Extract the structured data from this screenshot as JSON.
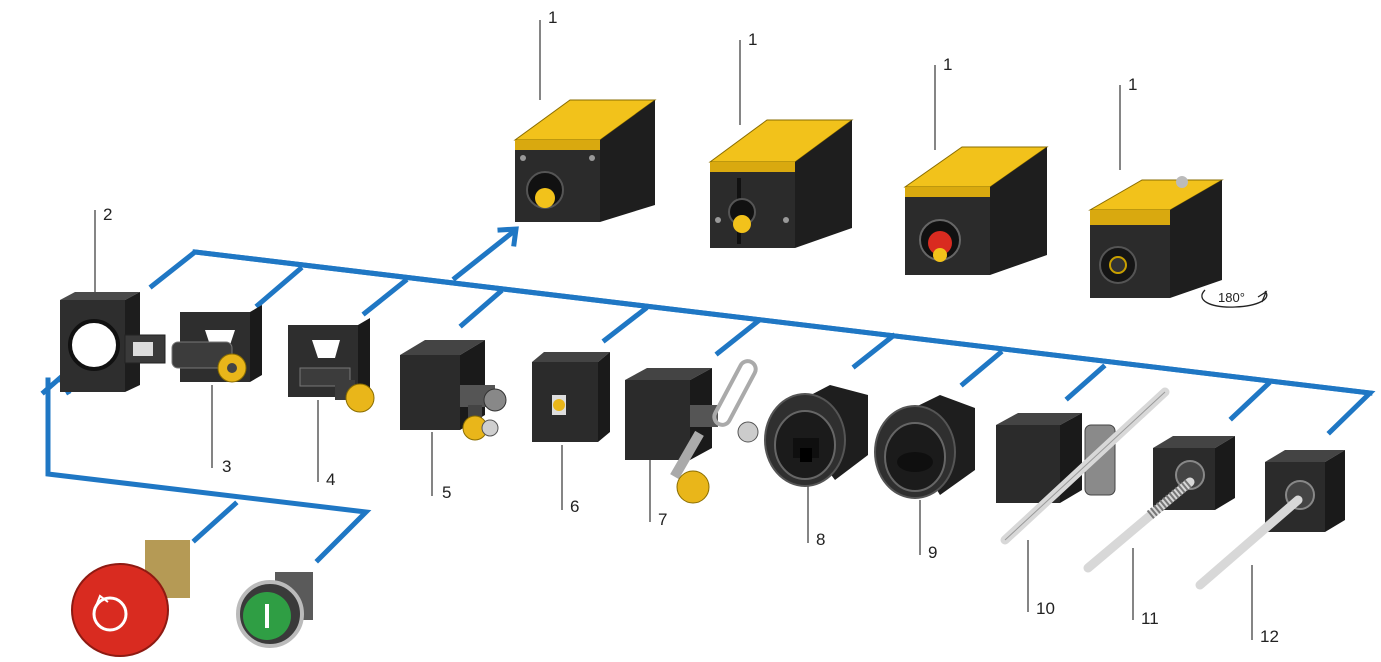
{
  "labels": {
    "switch_1a": "1",
    "switch_1b": "1",
    "switch_1c": "1",
    "switch_1d": "1",
    "part_2": "2",
    "part_3": "3",
    "part_4": "4",
    "part_5": "5",
    "part_6": "6",
    "part_7": "7",
    "part_8": "8",
    "part_9": "9",
    "part_10": "10",
    "part_11": "11",
    "part_12": "12"
  },
  "rotation_label": "180°",
  "colors": {
    "connector": "#1f77c4",
    "housing_yellow": "#f2c21b",
    "housing_black": "#2b2b2b",
    "head_gray": "#3a3a3a",
    "red_button": "#d92b20",
    "green_button": "#2f9e44"
  }
}
